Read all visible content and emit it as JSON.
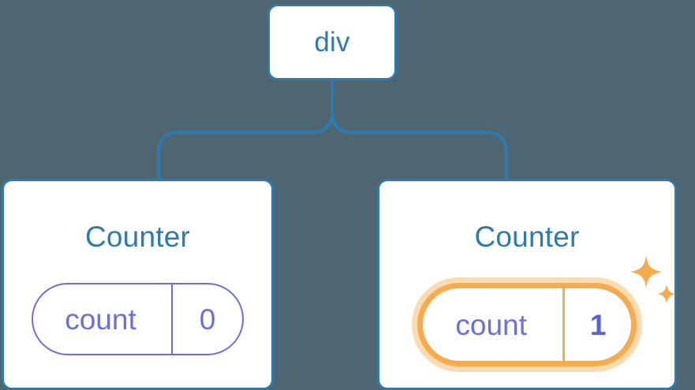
{
  "theme": {
    "background": "#4d6671",
    "node_border": "#2e7aad",
    "node_text": "#2e7aad",
    "pill_stroke": "#6c6fdb",
    "pill_text": "#6c6fdb",
    "highlight_ring": "#f5ab4e",
    "highlight_glow": "#fbdcb0",
    "highlight_value_text": "#5b5fd8",
    "card_background": "#ffffff"
  },
  "tree": {
    "root": {
      "label": "div"
    },
    "children": [
      {
        "title": "Counter",
        "state": {
          "key": "count",
          "value": "0"
        },
        "highlighted": false
      },
      {
        "title": "Counter",
        "state": {
          "key": "count",
          "value": "1"
        },
        "highlighted": true,
        "sparkle_icons": [
          "sparkle-large",
          "sparkle-small"
        ]
      }
    ]
  }
}
